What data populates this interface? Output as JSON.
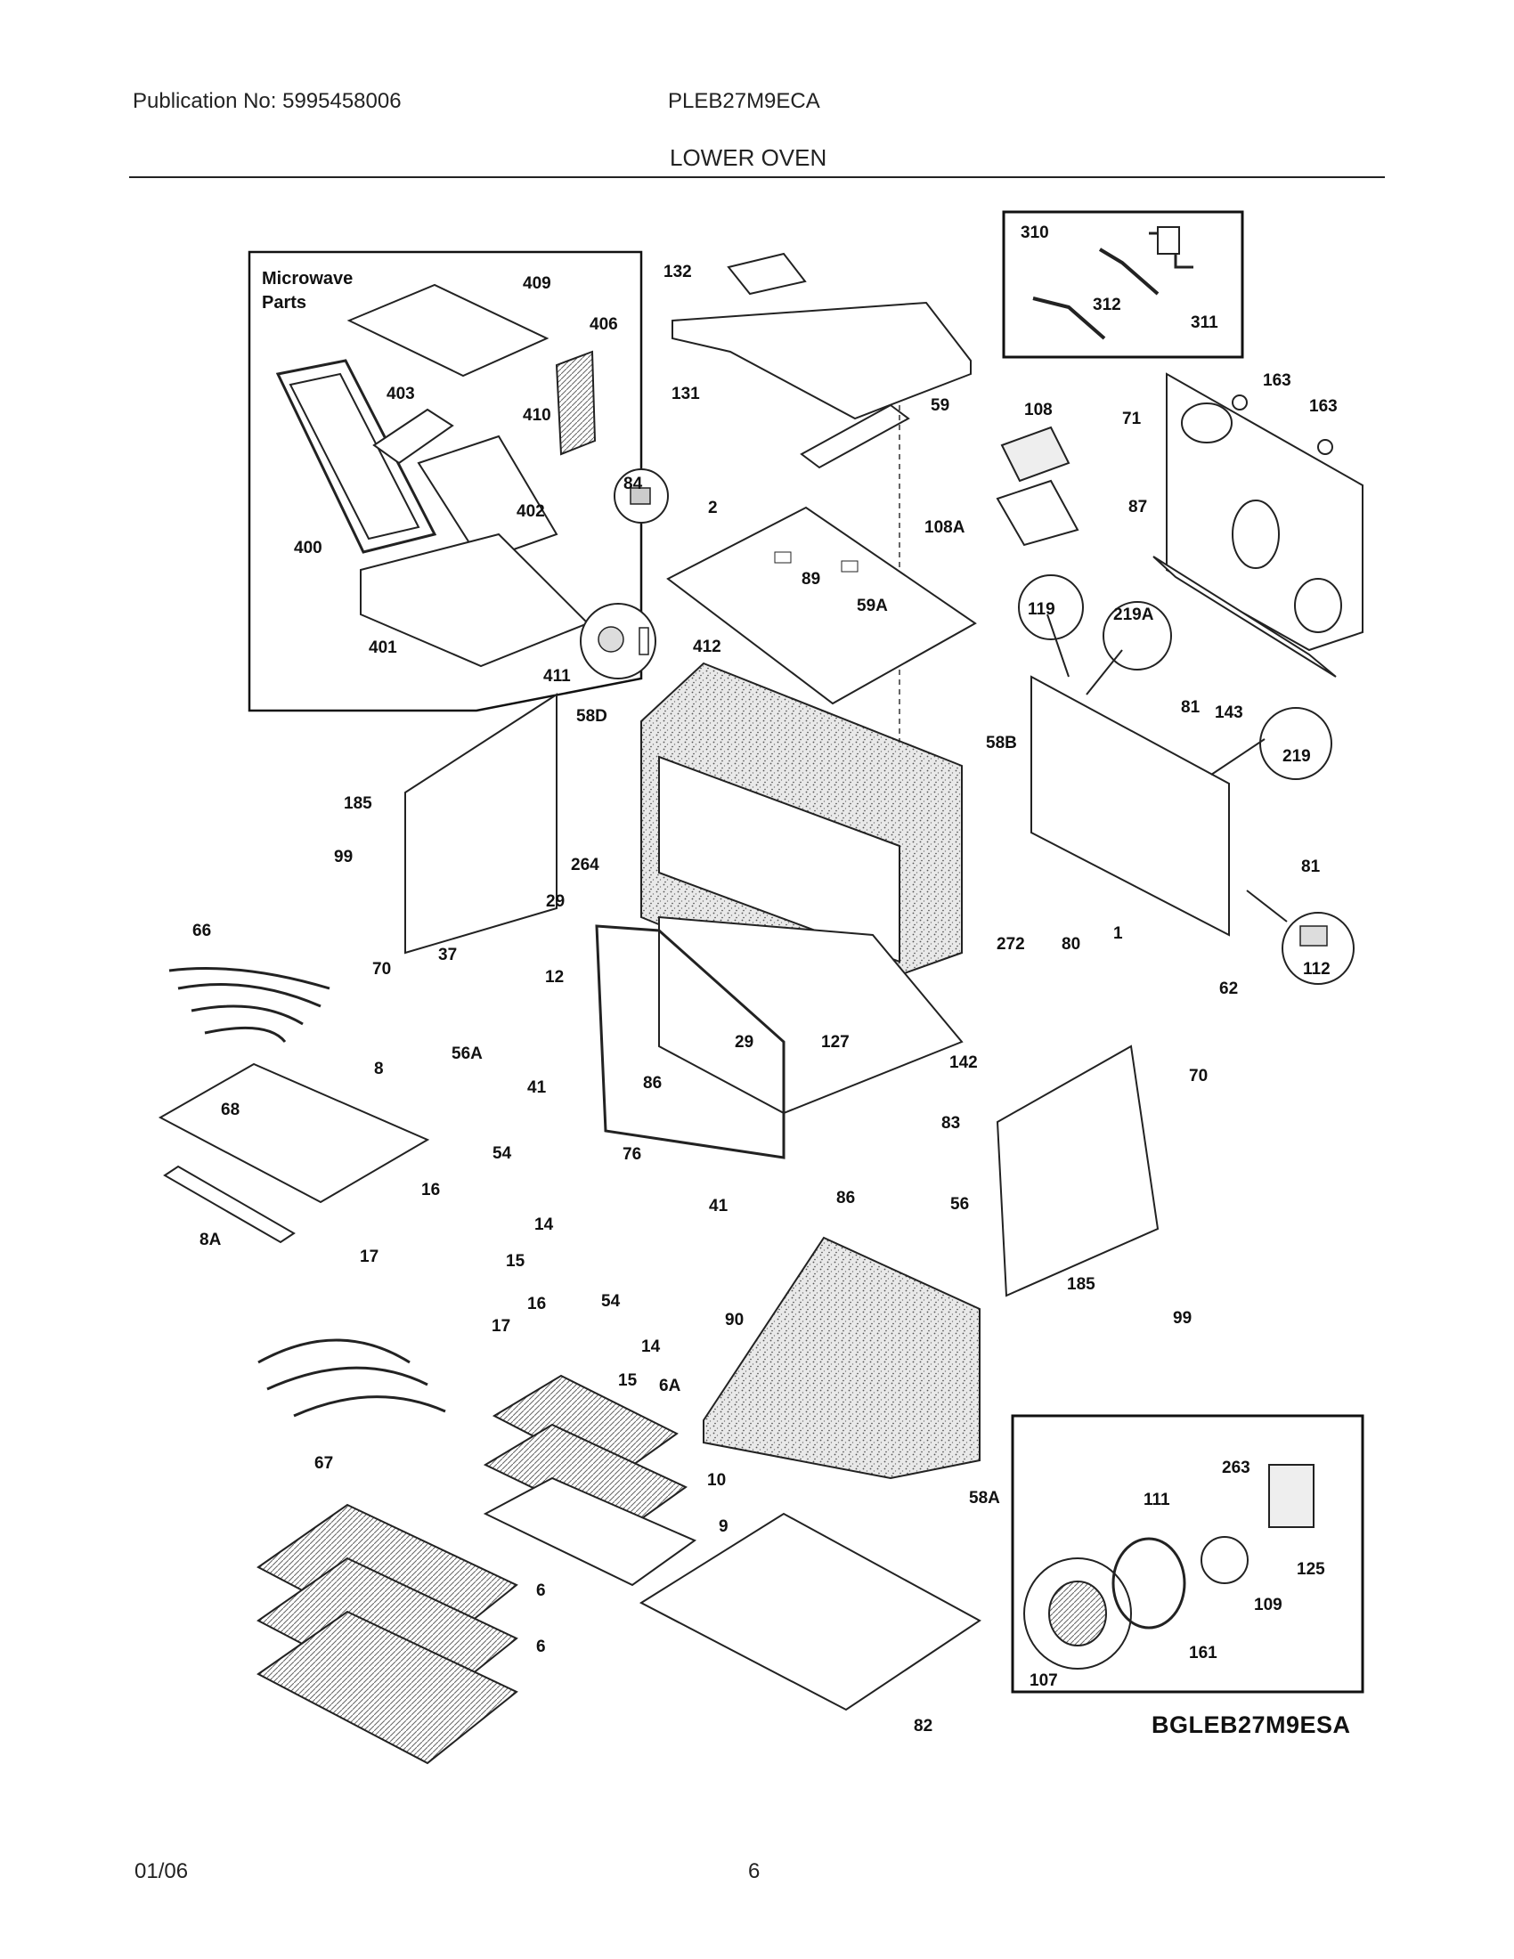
{
  "header": {
    "publication": "Publication No: 5995458006",
    "model": "PLEB27M9ECA",
    "title": "LOWER OVEN"
  },
  "inset_microwave": {
    "title_line1": "Microwave",
    "title_line2": "Parts"
  },
  "diagram_code": "BGLEB27M9ESA",
  "callouts": {
    "c310": "310",
    "c311": "311",
    "c312": "312",
    "c132": "132",
    "c131": "131",
    "c59": "59",
    "c163a": "163",
    "c163b": "163",
    "c108": "108",
    "c71": "71",
    "c108A": "108A",
    "c87": "87",
    "c409": "409",
    "c406": "406",
    "c403": "403",
    "c410": "410",
    "c84": "84",
    "c402": "402",
    "c400": "400",
    "c401": "401",
    "c412": "412",
    "c411": "411",
    "c2": "2",
    "c89": "89",
    "c59A": "59A",
    "c119": "119",
    "c219A": "219A",
    "c81a": "81",
    "c143": "143",
    "c219": "219",
    "c58D": "58D",
    "c58B": "58B",
    "c185a": "185",
    "c99a": "99",
    "c264": "264",
    "c29a": "29",
    "c12": "12",
    "c66": "66",
    "c70a": "70",
    "c37": "37",
    "c56A": "56A",
    "c272": "272",
    "c80": "80",
    "c1": "1",
    "c81b": "81",
    "c112": "112",
    "c62": "62",
    "c142": "142",
    "c29b": "29",
    "c127": "127",
    "c8": "8",
    "c68": "68",
    "c41a": "41",
    "c86a": "86",
    "c83": "83",
    "c70b": "70",
    "c8A": "8A",
    "c54a": "54",
    "c76": "76",
    "c16a": "16",
    "c14a": "14",
    "c41b": "41",
    "c86b": "86",
    "c56": "56",
    "c17a": "17",
    "c15a": "15",
    "c185b": "185",
    "c99b": "99",
    "c54b": "54",
    "c90": "90",
    "c16b": "16",
    "c17b": "17",
    "c14b": "14",
    "c15b": "15",
    "c6A": "6A",
    "c67": "67",
    "c10": "10",
    "c9": "9",
    "c58A": "58A",
    "c263": "263",
    "c111": "111",
    "c125": "125",
    "c109": "109",
    "c6a": "6",
    "c6b": "6",
    "c161": "161",
    "c107": "107",
    "c82": "82"
  },
  "footer": {
    "date": "01/06",
    "page": "6"
  }
}
